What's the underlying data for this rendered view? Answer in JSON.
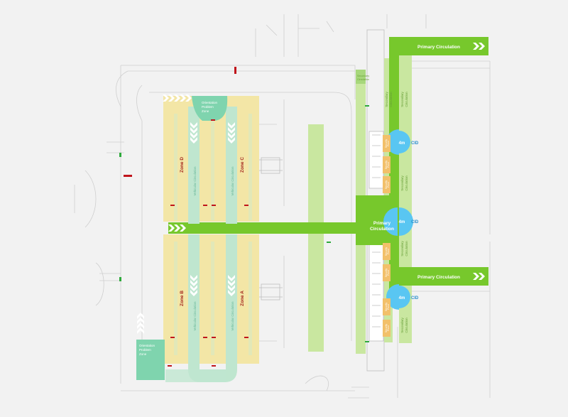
{
  "labels": {
    "primary_circulation": "Primary Circulation",
    "primary_circulation_split": [
      "Primary",
      "Circulation"
    ],
    "secondary_circulation": [
      "Secondary",
      "Circulation"
    ],
    "vehicular_circulation": "Vehicular Circulation",
    "orientation_problem_zone": [
      "Orientation",
      "Problem",
      "Zone"
    ],
    "zones": [
      "Zone D",
      "Zone C",
      "Zone B",
      "Zone A"
    ],
    "cid": "CID",
    "radius": "4m",
    "security_point": [
      "Security",
      "Point"
    ]
  },
  "colors": {
    "primary_green": "#77c82c",
    "secondary_green": "#c9e7a0",
    "zone_yellow": "#f3e6a6",
    "vehicular_teal": "#bfe6cf",
    "orientation_teal": "#7fd4ae",
    "chevron": "#ffffff",
    "booth_orange": "#f2c06a",
    "cid_blue": "#59c6f2",
    "lane_marker": "#c0141b",
    "line_gray": "#c9c9c9"
  }
}
